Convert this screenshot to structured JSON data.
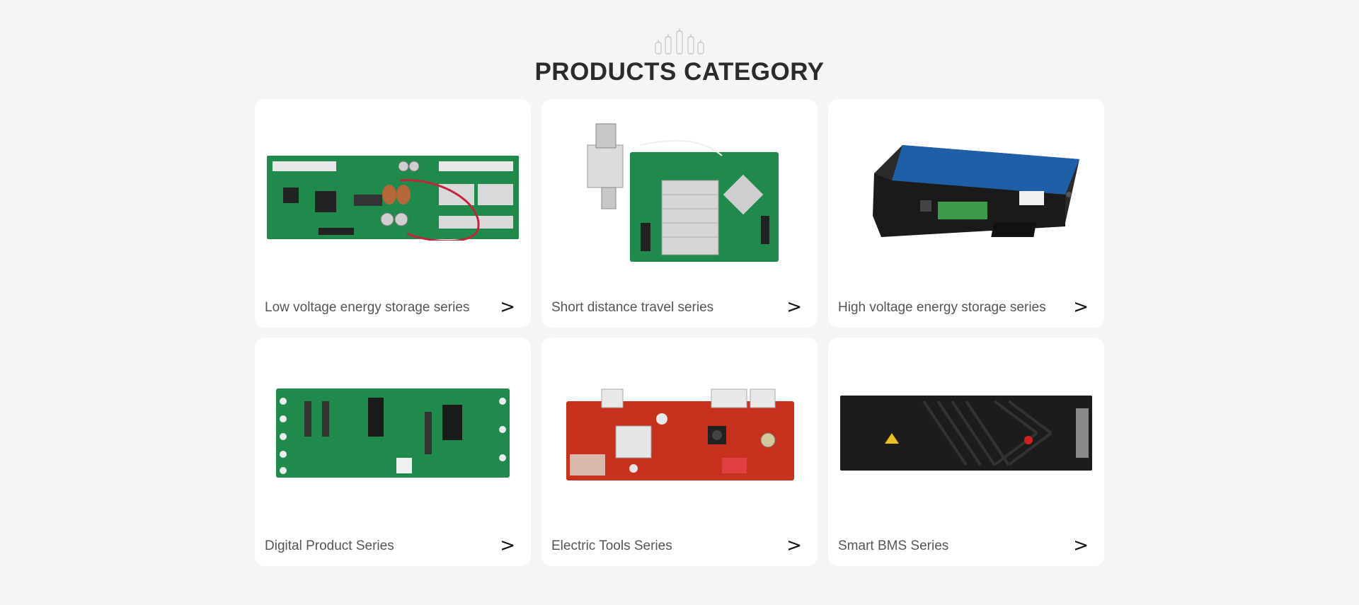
{
  "header": {
    "title": "PRODUCTS CATEGORY",
    "icon": "battery-cells-icon"
  },
  "colors": {
    "background": "#f5f5f5",
    "card": "#ffffff",
    "title": "#2b2b2b",
    "label": "#555555"
  },
  "categories": [
    {
      "label": "Low voltage energy storage series",
      "arrow": ">",
      "image": "green-pcb-board-with-red-cable"
    },
    {
      "label": "Short distance travel series",
      "arrow": ">",
      "image": "green-pcb-with-heatsink-and-shunt"
    },
    {
      "label": "High voltage energy storage series",
      "arrow": ">",
      "image": "black-dtu-box"
    },
    {
      "label": "Digital Product Series",
      "arrow": ">",
      "image": "green-pcb-long-board"
    },
    {
      "label": "Electric Tools Series",
      "arrow": ">",
      "image": "red-pcb-board"
    },
    {
      "label": "Smart BMS Series",
      "arrow": ">",
      "image": "black-finned-bms-module"
    }
  ]
}
